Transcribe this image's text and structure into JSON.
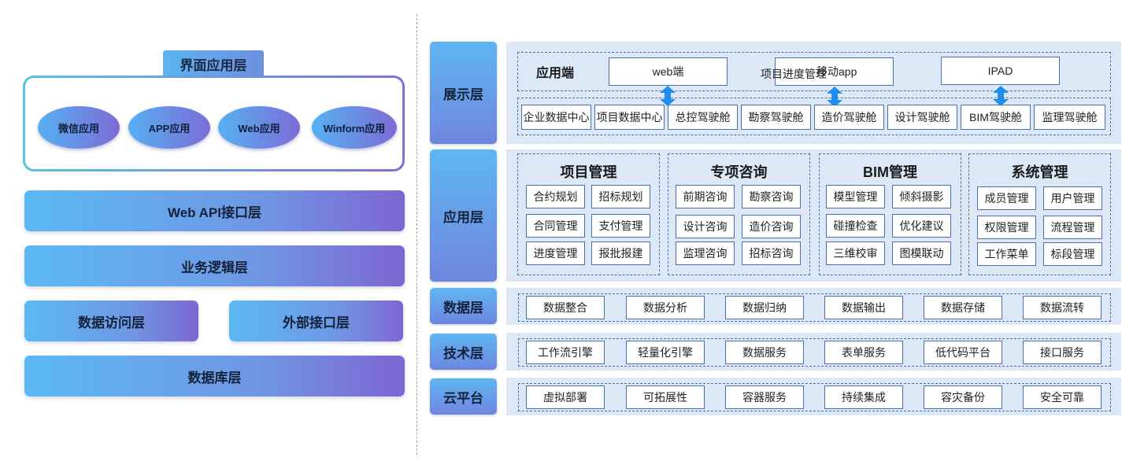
{
  "left": {
    "ui_layer": {
      "title": "界面应用层",
      "apps": [
        "微信应用",
        "APP应用",
        "Web应用",
        "Winform应用"
      ]
    },
    "web_api_layer": "Web API接口层",
    "business_layer": "业务逻辑层",
    "data_access_layer": "数据访问层",
    "external_interface_layer": "外部接口层",
    "database_layer": "数据库层"
  },
  "right": {
    "presentation": {
      "label": "展示层",
      "app_end": "应用端",
      "clients": [
        "web端",
        "移动app",
        "IPAD"
      ],
      "overlap_text": "项目进度管理",
      "cockpits": [
        "企业数据中心",
        "项目数据中心",
        "总控驾驶舱",
        "勘察驾驶舱",
        "造价驾驶舱",
        "设计驾驶舱",
        "BIM驾驶舱",
        "监理驾驶舱"
      ]
    },
    "application": {
      "label": "应用层",
      "sections": [
        {
          "title": "项目管理",
          "items": [
            "合约规划",
            "招标规划",
            "合同管理",
            "支付管理",
            "进度管理",
            "报批报建"
          ]
        },
        {
          "title": "专项咨询",
          "items": [
            "前期咨询",
            "勘察咨询",
            "设计咨询",
            "造价咨询",
            "监理咨询",
            "招标咨询"
          ]
        },
        {
          "title": "BIM管理",
          "items": [
            "模型管理",
            "倾斜摄影",
            "碰撞检查",
            "优化建议",
            "三维校审",
            "图模联动"
          ]
        },
        {
          "title": "系统管理",
          "items": [
            "成员管理",
            "用户管理",
            "权限管理",
            "流程管理",
            "工作菜单",
            "标段管理"
          ]
        }
      ]
    },
    "data": {
      "label": "数据层",
      "items": [
        "数据整合",
        "数据分析",
        "数据归纳",
        "数据输出",
        "数据存储",
        "数据流转"
      ]
    },
    "tech": {
      "label": "技术层",
      "items": [
        "工作流引擎",
        "轻量化引擎",
        "数据服务",
        "表单服务",
        "低代码平台",
        "接口服务"
      ]
    },
    "cloud": {
      "label": "云平台",
      "items": [
        "虚拟部署",
        "可拓展性",
        "容器服务",
        "持续集成",
        "容灾备份",
        "安全可靠"
      ]
    }
  },
  "colors": {
    "arrow": "#1e8ef0",
    "box_border": "#4a6fae",
    "row_bg": "#dde8f6"
  }
}
